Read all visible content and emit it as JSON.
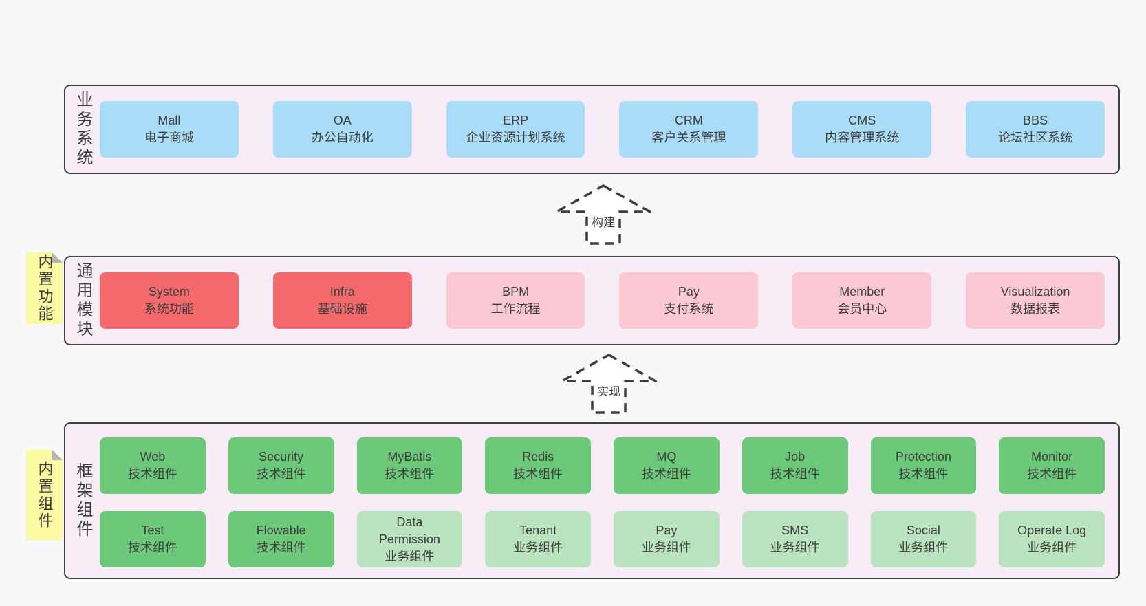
{
  "bands": {
    "business": {
      "label": "业务系统",
      "items": [
        {
          "en": "Mall",
          "zh": "电子商城"
        },
        {
          "en": "OA",
          "zh": "办公自动化"
        },
        {
          "en": "ERP",
          "zh": "企业资源计划系统"
        },
        {
          "en": "CRM",
          "zh": "客户关系管理"
        },
        {
          "en": "CMS",
          "zh": "内容管理系统"
        },
        {
          "en": "BBS",
          "zh": "论坛社区系统"
        }
      ]
    },
    "modules": {
      "label": "通用模块",
      "sticky": "内置功能",
      "items": [
        {
          "en": "System",
          "zh": "系统功能"
        },
        {
          "en": "Infra",
          "zh": "基础设施"
        },
        {
          "en": "BPM",
          "zh": "工作流程"
        },
        {
          "en": "Pay",
          "zh": "支付系统"
        },
        {
          "en": "Member",
          "zh": "会员中心"
        },
        {
          "en": "Visualization",
          "zh": "数据报表"
        }
      ]
    },
    "components": {
      "label": "框架组件",
      "sticky": "内置组件",
      "row1": [
        {
          "en": "Web",
          "zh": "技术组件"
        },
        {
          "en": "Security",
          "zh": "技术组件"
        },
        {
          "en": "MyBatis",
          "zh": "技术组件"
        },
        {
          "en": "Redis",
          "zh": "技术组件"
        },
        {
          "en": "MQ",
          "zh": "技术组件"
        },
        {
          "en": "Job",
          "zh": "技术组件"
        },
        {
          "en": "Protection",
          "zh": "技术组件"
        },
        {
          "en": "Monitor",
          "zh": "技术组件"
        }
      ],
      "row2": [
        {
          "en": "Test",
          "zh": "技术组件"
        },
        {
          "en": "Flowable",
          "zh": "技术组件"
        },
        {
          "en": "Data Permission",
          "zh": "业务组件"
        },
        {
          "en": "Tenant",
          "zh": "业务组件"
        },
        {
          "en": "Pay",
          "zh": "业务组件"
        },
        {
          "en": "SMS",
          "zh": "业务组件"
        },
        {
          "en": "Social",
          "zh": "业务组件"
        },
        {
          "en": "Operate Log",
          "zh": "业务组件"
        }
      ]
    }
  },
  "arrows": {
    "build": "构建",
    "implement": "实现"
  },
  "colors": {
    "page_bg": "#f8f8f8",
    "band_bg": "#f8edf6",
    "band_border": "#3f3f3f",
    "blue": "#a9dcf6",
    "red": "#f3696c",
    "pink": "#fbc9d3",
    "green": "#6cc979",
    "light_green": "#bae3bf",
    "sticky_yellow": "#fcf9a3",
    "fold_gray": "#b4b4b4",
    "text": "#3c3c3c"
  }
}
